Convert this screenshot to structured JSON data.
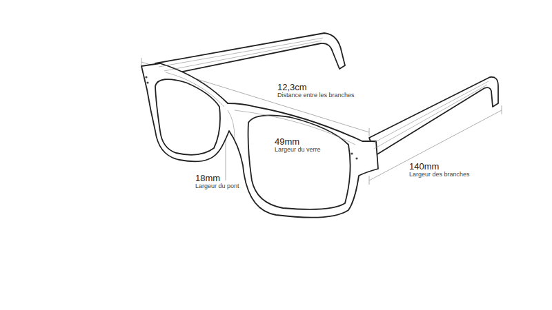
{
  "diagram": {
    "labels": [
      "12,3cm",
      "Distance entre les branches",
      "49mm",
      "Largeur du verre",
      "18mm",
      "Largeur du pont",
      "140mm",
      "Largeur des branches"
    ]
  }
}
